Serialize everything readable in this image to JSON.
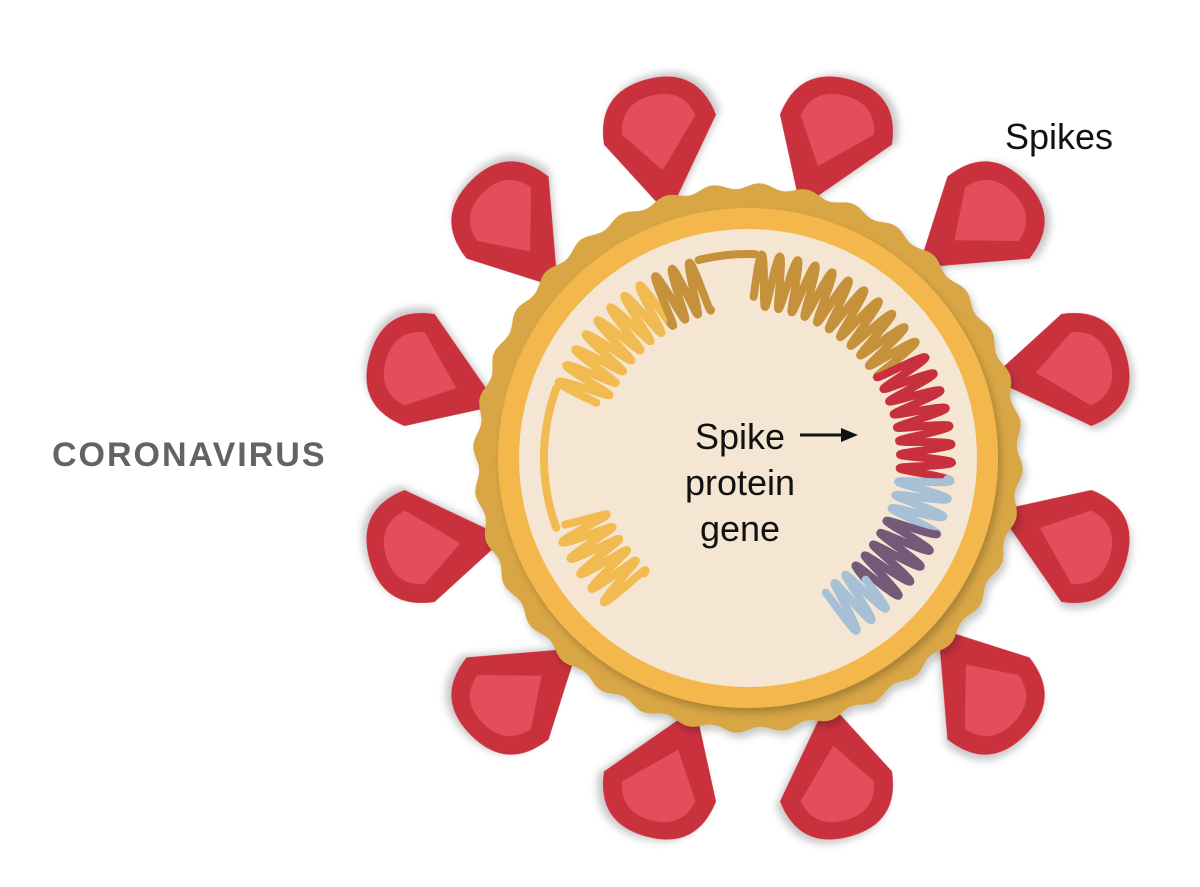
{
  "labels": {
    "virus": "CORONAVIRUS",
    "spikes": "Spikes",
    "gene_line1": "Spike",
    "gene_line2": "protein",
    "gene_line3": "gene"
  },
  "spike_count": 12,
  "colors": {
    "background": "#ffffff",
    "spike_outer": "#c9303d",
    "spike_inner": "#e2505a",
    "envelope_outer": "#d9a645",
    "envelope_inner": "#f3b74c",
    "interior": "#f4e6d2",
    "rna_yellow": "#f2bb52",
    "rna_tan": "#c5913a",
    "rna_red": "#c7303c",
    "rna_lightblue": "#a7c0d6",
    "rna_purple": "#725a78",
    "label_gray": "#636363",
    "label_black": "#111111"
  }
}
